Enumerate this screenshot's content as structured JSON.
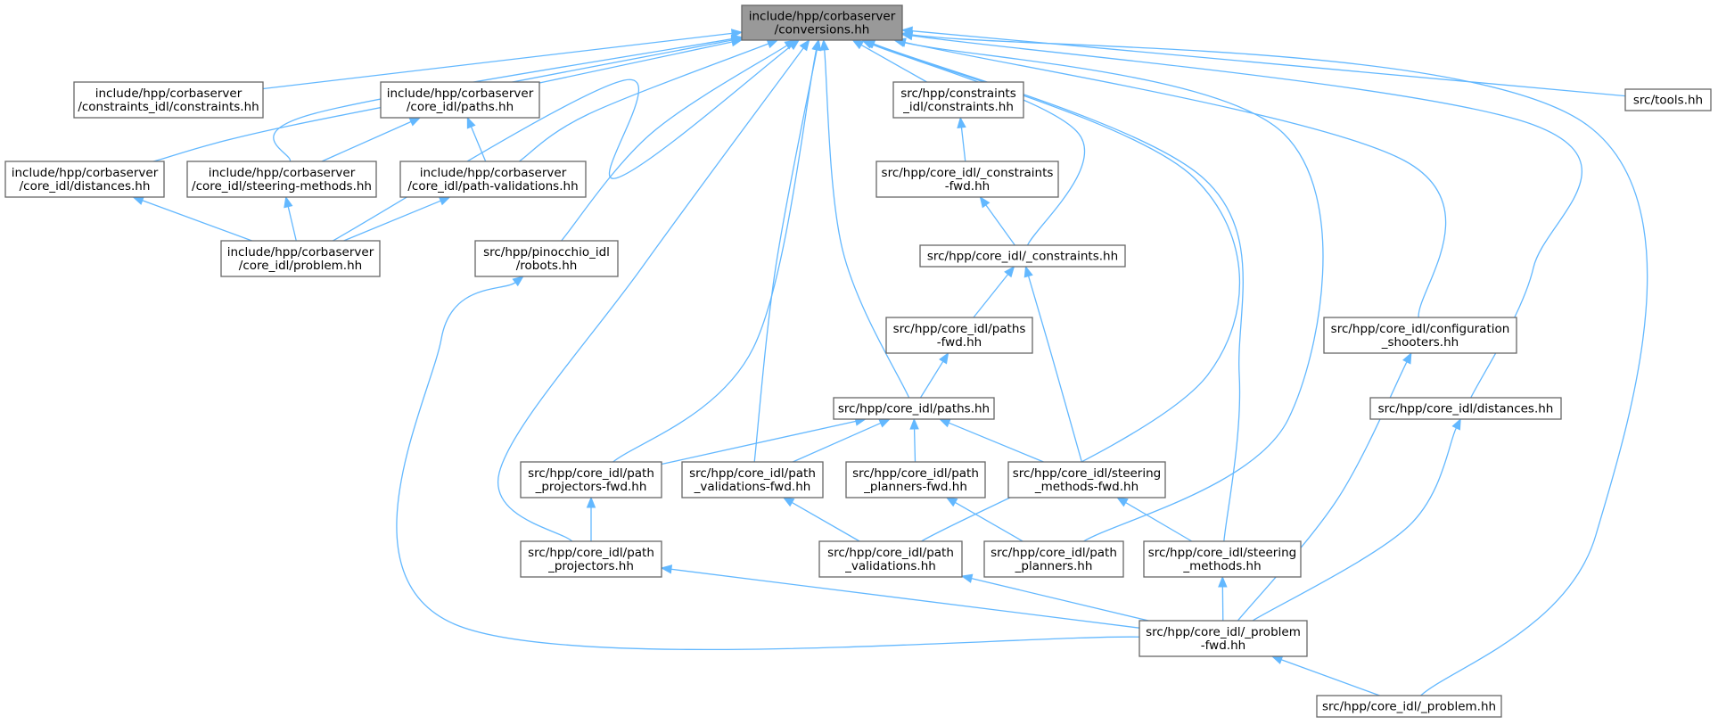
{
  "graph": {
    "edge_color": "#63b8ff",
    "node_border_color": "#666666",
    "root_fill_color": "#999999",
    "nodes": [
      {
        "id": "root",
        "lines": [
          "include/hpp/corbaserver",
          "/conversions.hh"
        ],
        "highlight": true
      },
      {
        "id": "inc_constraints",
        "lines": [
          "include/hpp/corbaserver",
          "/constraints_idl/constraints.hh"
        ]
      },
      {
        "id": "inc_paths",
        "lines": [
          "include/hpp/corbaserver",
          "/core_idl/paths.hh"
        ]
      },
      {
        "id": "inc_distances",
        "lines": [
          "include/hpp/corbaserver",
          "/core_idl/distances.hh"
        ]
      },
      {
        "id": "inc_steering",
        "lines": [
          "include/hpp/corbaserver",
          "/core_idl/steering-methods.hh"
        ]
      },
      {
        "id": "inc_pathval",
        "lines": [
          "include/hpp/corbaserver",
          "/core_idl/path-validations.hh"
        ]
      },
      {
        "id": "inc_problem",
        "lines": [
          "include/hpp/corbaserver",
          "/core_idl/problem.hh"
        ]
      },
      {
        "id": "src_pinocchio",
        "lines": [
          "src/hpp/pinocchio_idl",
          "/robots.hh"
        ]
      },
      {
        "id": "src_constraints",
        "lines": [
          "src/hpp/constraints",
          "_idl/constraints.hh"
        ]
      },
      {
        "id": "src_constraints_fwd",
        "lines": [
          "src/hpp/core_idl/_constraints",
          "-fwd.hh"
        ]
      },
      {
        "id": "src_core_constraints",
        "lines": [
          "src/hpp/core_idl/_constraints.hh"
        ]
      },
      {
        "id": "src_paths_fwd",
        "lines": [
          "src/hpp/core_idl/paths",
          "-fwd.hh"
        ]
      },
      {
        "id": "src_paths",
        "lines": [
          "src/hpp/core_idl/paths.hh"
        ]
      },
      {
        "id": "src_pathproj_fwd",
        "lines": [
          "src/hpp/core_idl/path",
          "_projectors-fwd.hh"
        ]
      },
      {
        "id": "src_pathval_fwd",
        "lines": [
          "src/hpp/core_idl/path",
          "_validations-fwd.hh"
        ]
      },
      {
        "id": "src_pathplan_fwd",
        "lines": [
          "src/hpp/core_idl/path",
          "_planners-fwd.hh"
        ]
      },
      {
        "id": "src_steering_fwd",
        "lines": [
          "src/hpp/core_idl/steering",
          "_methods-fwd.hh"
        ]
      },
      {
        "id": "src_pathproj",
        "lines": [
          "src/hpp/core_idl/path",
          "_projectors.hh"
        ]
      },
      {
        "id": "src_pathval",
        "lines": [
          "src/hpp/core_idl/path",
          "_validations.hh"
        ]
      },
      {
        "id": "src_pathplan",
        "lines": [
          "src/hpp/core_idl/path",
          "_planners.hh"
        ]
      },
      {
        "id": "src_steering",
        "lines": [
          "src/hpp/core_idl/steering",
          "_methods.hh"
        ]
      },
      {
        "id": "src_config",
        "lines": [
          "src/hpp/core_idl/configuration",
          "_shooters.hh"
        ]
      },
      {
        "id": "src_distances",
        "lines": [
          "src/hpp/core_idl/distances.hh"
        ]
      },
      {
        "id": "src_problem_fwd",
        "lines": [
          "src/hpp/core_idl/_problem",
          "-fwd.hh"
        ]
      },
      {
        "id": "src_problem",
        "lines": [
          "src/hpp/core_idl/_problem.hh"
        ]
      },
      {
        "id": "src_tools",
        "lines": [
          "src/tools.hh"
        ]
      }
    ],
    "edges": [
      {
        "from": "inc_constraints",
        "to": "root"
      },
      {
        "from": "inc_paths",
        "to": "root"
      },
      {
        "from": "inc_distances",
        "to": "root"
      },
      {
        "from": "inc_steering",
        "to": "root"
      },
      {
        "from": "inc_pathval",
        "to": "root"
      },
      {
        "from": "inc_problem",
        "to": "root"
      },
      {
        "from": "src_pinocchio",
        "to": "root"
      },
      {
        "from": "src_constraints",
        "to": "root"
      },
      {
        "from": "src_core_constraints",
        "to": "root"
      },
      {
        "from": "src_paths",
        "to": "root"
      },
      {
        "from": "src_pathproj_fwd",
        "to": "root"
      },
      {
        "from": "src_pathval_fwd",
        "to": "root"
      },
      {
        "from": "src_pathproj",
        "to": "root"
      },
      {
        "from": "src_pathval",
        "to": "root"
      },
      {
        "from": "src_pathplan",
        "to": "root"
      },
      {
        "from": "src_steering",
        "to": "root"
      },
      {
        "from": "src_config",
        "to": "root"
      },
      {
        "from": "src_distances",
        "to": "root"
      },
      {
        "from": "src_problem",
        "to": "root"
      },
      {
        "from": "src_tools",
        "to": "root"
      },
      {
        "from": "inc_steering",
        "to": "inc_paths"
      },
      {
        "from": "inc_pathval",
        "to": "inc_paths"
      },
      {
        "from": "inc_problem",
        "to": "inc_distances"
      },
      {
        "from": "inc_problem",
        "to": "inc_steering"
      },
      {
        "from": "inc_problem",
        "to": "inc_pathval"
      },
      {
        "from": "src_problem_fwd",
        "to": "src_pinocchio"
      },
      {
        "from": "src_constraints_fwd",
        "to": "src_constraints"
      },
      {
        "from": "src_core_constraints",
        "to": "src_constraints_fwd"
      },
      {
        "from": "src_paths_fwd",
        "to": "src_core_constraints"
      },
      {
        "from": "src_steering_fwd",
        "to": "src_core_constraints"
      },
      {
        "from": "src_paths",
        "to": "src_paths_fwd"
      },
      {
        "from": "src_pathproj_fwd",
        "to": "src_paths"
      },
      {
        "from": "src_pathval_fwd",
        "to": "src_paths"
      },
      {
        "from": "src_pathplan_fwd",
        "to": "src_paths"
      },
      {
        "from": "src_steering_fwd",
        "to": "src_paths"
      },
      {
        "from": "src_pathproj",
        "to": "src_pathproj_fwd"
      },
      {
        "from": "src_pathval",
        "to": "src_pathval_fwd"
      },
      {
        "from": "src_pathplan",
        "to": "src_pathplan_fwd"
      },
      {
        "from": "src_steering",
        "to": "src_steering_fwd"
      },
      {
        "from": "src_problem_fwd",
        "to": "src_pathproj"
      },
      {
        "from": "src_problem_fwd",
        "to": "src_pathval"
      },
      {
        "from": "src_problem_fwd",
        "to": "src_steering"
      },
      {
        "from": "src_problem_fwd",
        "to": "src_config"
      },
      {
        "from": "src_problem_fwd",
        "to": "src_distances"
      },
      {
        "from": "src_problem",
        "to": "src_problem_fwd"
      }
    ]
  }
}
